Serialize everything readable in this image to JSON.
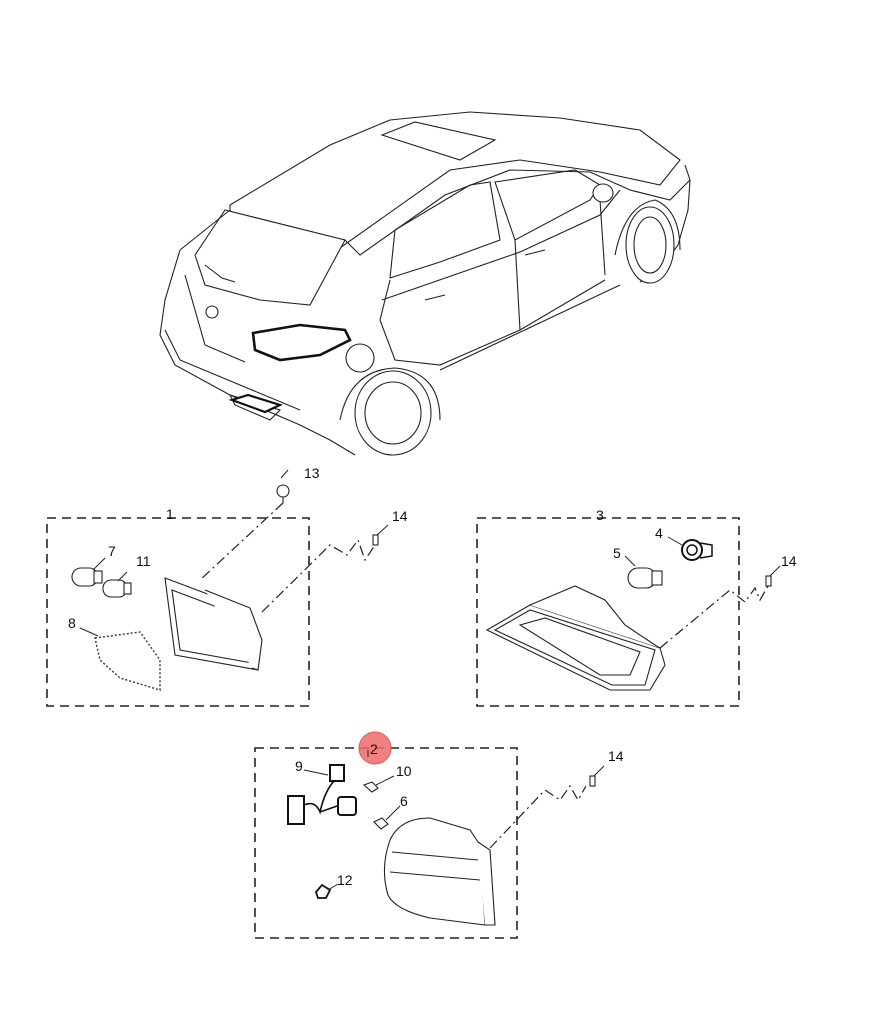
{
  "diagram": {
    "callouts": {
      "c1": "1",
      "c2": "2",
      "c3": "3",
      "c4": "4",
      "c5": "5",
      "c6": "6",
      "c7": "7",
      "c8": "8",
      "c9": "9",
      "c10": "10",
      "c11": "11",
      "c12": "12",
      "c13": "13",
      "c14a": "14",
      "c14b": "14",
      "c14c": "14"
    },
    "highlight_color": "#ee6b6b",
    "line_color": "#222222"
  }
}
